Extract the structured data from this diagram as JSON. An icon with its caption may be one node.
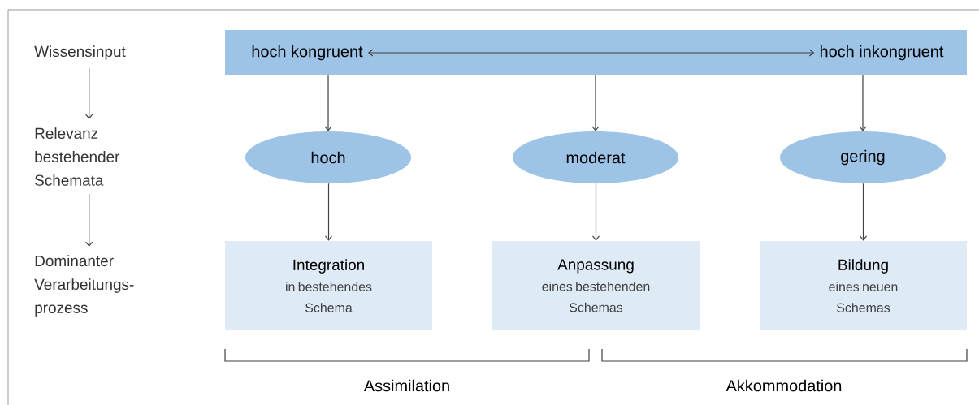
{
  "diagram": {
    "nodes": [
      {
        "text": [
          "Wissensinput"
        ]
      },
      {
        "text": [
          "Relevanz bestehender Schemata"
        ]
      },
      {
        "text": [
          "Dominanter Verarbeitungs-prozess"
        ]
      },
      {
        "text": [],
        "shape": "box"
      },
      {
        "text": [
          "hoch kongruent"
        ],
        "in": 3
      },
      {
        "text": [
          "hoch inkongruent"
        ],
        "in": 3
      },
      {
        "text": [
          "hoch"
        ]
      },
      {
        "text": [
          "moderat"
        ]
      },
      {
        "text": [
          "gering"
        ]
      },
      {
        "text": [
          "Integration",
          "in bestehendes Schema"
        ]
      },
      {
        "text": [
          "Anpassung",
          "eines bestehenden Schemas"
        ]
      },
      {
        "text": [
          "Bildung",
          "eines neuen Schemas"
        ]
      }
    ],
    "edges": [
      {
        "from": 0,
        "to": 1,
        "arrow": "to"
      },
      {
        "from": 1,
        "to": 2,
        "arrow": "to"
      },
      {
        "from": 4,
        "to": 5,
        "arrow": "both"
      },
      {
        "from": 3,
        "to": 6,
        "arrow": "to"
      },
      {
        "from": 3,
        "to": 7,
        "arrow": "to"
      },
      {
        "from": 3,
        "to": 8,
        "arrow": "to"
      },
      {
        "from": 6,
        "to": 9,
        "arrow": "to"
      },
      {
        "from": 7,
        "to": 10,
        "arrow": "to"
      },
      {
        "from": 8,
        "to": 11,
        "arrow": "to"
      }
    ],
    "labels": [
      "Assimilation",
      "Akkommodation"
    ]
  }
}
